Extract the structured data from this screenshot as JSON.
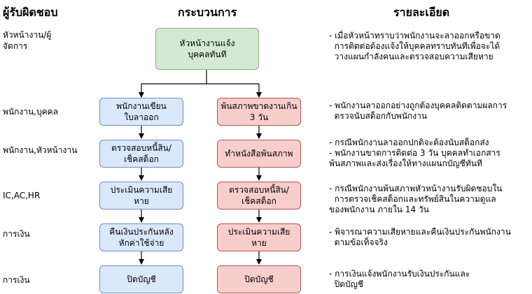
{
  "headers": {
    "responsible": "ผู้รับผิดชอบ",
    "process": "กระบวนการ",
    "details": "รายละเอียด"
  },
  "rows": [
    {
      "responsible": "หัวหน้างาน/ผู้\nจัดการ",
      "box": "หัวหน้างานแจ้ง\nบุคคลทันที",
      "detail": "- เมื่อหัวหน้าทราบว่าพนักงานจะลาออกหรือขาด\n  การติดต่อต้องแจ้งให้บุคคลทราบทันทีเพื่อจะได้\n  วางแผนกำลังคนและตรวจสอบความเสียหาย"
    },
    {
      "responsible": "พนักงาน,บุคคล",
      "left_box": "พนักงานเขียน\nใบลาออก",
      "right_box": "พ้นสภาพขาดงานเกิน\n3 วัน",
      "detail": "- พนักงานลาออกอย่างถูกต้องบุคคลติดตามผลการ\n  ตรวจนับสต็อกกับพนักงาน"
    },
    {
      "responsible": "พนักงาน,หัวหน้างาน",
      "left_box": "ตรวจสอบหนี้สิน/\nเช็คสต็อก",
      "right_box": "ทำหนังสือพ้นสภาพ",
      "detail": "- กรณีพนักงานลาออกปกติจะต้องนับสต็อกส่ง\n- พนักงานขาดการติดต่อ 3 วัน บุคคลทำเอกสาร\nพ้นสภาพและส่งเรื่องให้ทางแผนกบัญชีทันที"
    },
    {
      "responsible": "IC,AC,HR",
      "left_box": "ประเมินความเสีย\nหาย",
      "right_box": "ตรวจสอบหนี้สิน/\nเช็คสต็อก",
      "detail": "- กรณีพนักงานพ้นสภาพหัวหน้างานรับผิดชอบใน\n  การตรวจเช็คสต็อกและทรัพย์สินในความดูแล\nของพนักงาน ภายใน 14 วัน"
    },
    {
      "responsible": "การเงิน",
      "left_box": "คืนเงินประกันหลัง\nหักค่าใช้จ่าย",
      "right_box": "ประเมินความเสีย\nหาย",
      "detail": "- พิจารณาความเสียหายและคืนเงินประกันพนักงาน\n  ตามข้อเท็จจริง"
    },
    {
      "responsible": "การเงิน",
      "left_box": "ปิดบัญชี",
      "right_box": "ปิดบัญชี",
      "detail": "- การเงินแจ้งพนักงานรับเงินประกันและ\n  ปิดบัญชี"
    }
  ]
}
